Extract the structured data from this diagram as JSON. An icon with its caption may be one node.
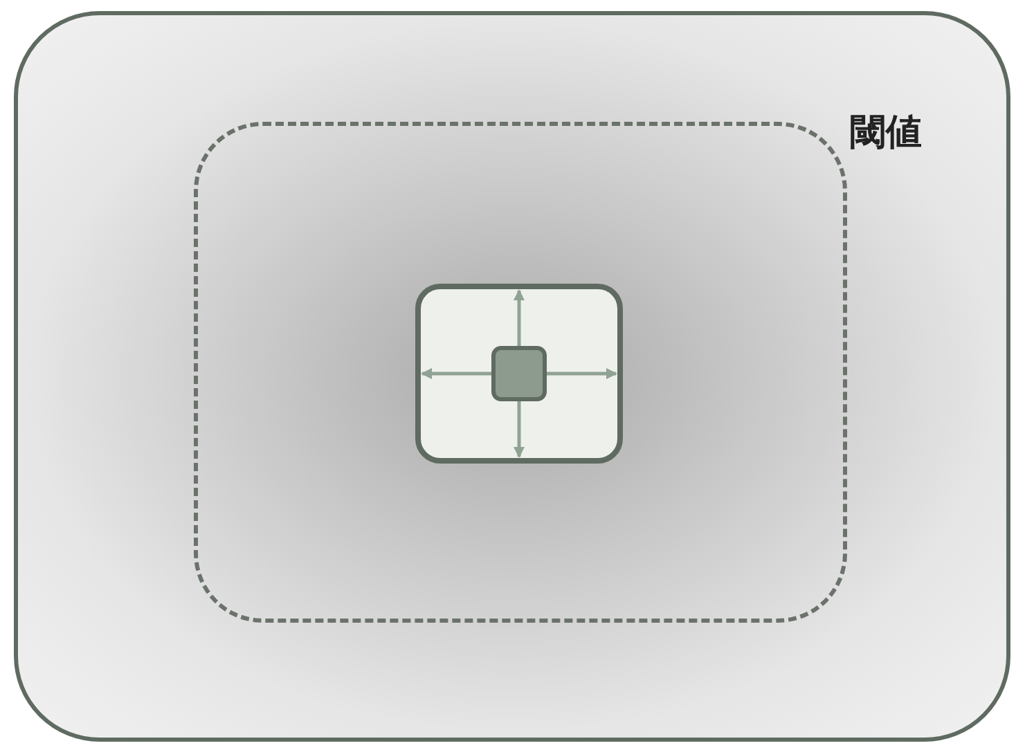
{
  "diagram": {
    "nodes": [
      {
        "text": [],
        "shape": "box"
      },
      {
        "text": [],
        "shape": "box",
        "in": 0
      },
      {
        "text": [],
        "shape": "box",
        "in": 1
      },
      {
        "text": [],
        "shape": "box",
        "in": 2
      }
    ],
    "labels": [
      "閾値"
    ]
  }
}
